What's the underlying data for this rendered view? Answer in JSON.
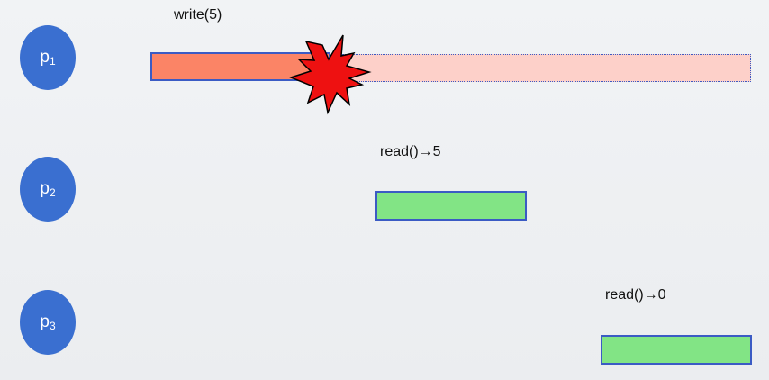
{
  "processes": [
    {
      "base": "p",
      "sub": "1"
    },
    {
      "base": "p",
      "sub": "2"
    },
    {
      "base": "p",
      "sub": "3"
    }
  ],
  "operations": {
    "write": "write(5)",
    "read_p2": "read()→5",
    "read_p3": "read()→0"
  },
  "colors": {
    "process": "#3a6fd0",
    "write_bar": "#fb8466",
    "pending_bar": "#fdd0c9",
    "read_bar": "#82e485",
    "border": "#3b5bc4",
    "crash": "#ee1111"
  },
  "icons": {
    "crash": "explosion-icon"
  }
}
